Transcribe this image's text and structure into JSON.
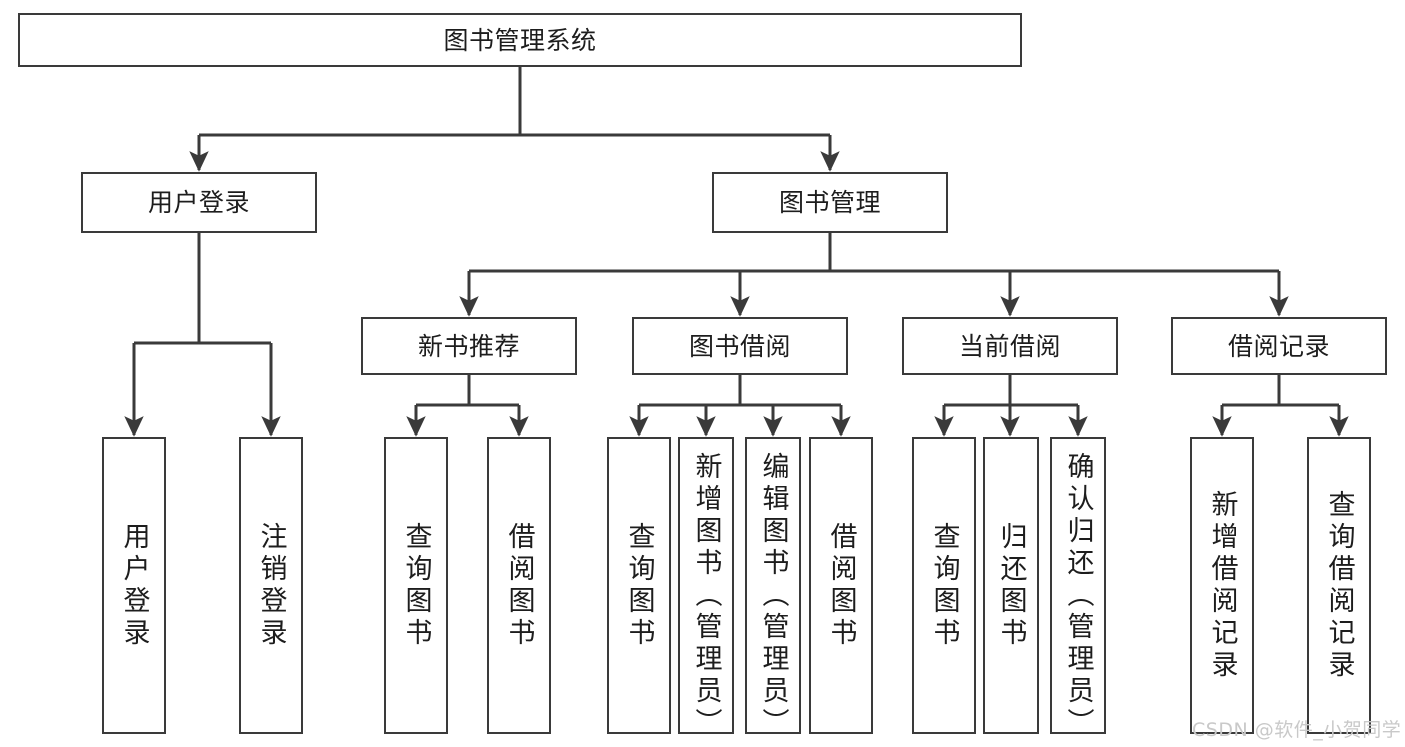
{
  "diagram": {
    "title": "图书管理系统",
    "type": "hierarchy-tree",
    "root": {
      "id": "root",
      "label": "图书管理系统"
    },
    "level2": [
      {
        "id": "user-login",
        "label": "用户登录"
      },
      {
        "id": "book-manage",
        "label": "图书管理"
      }
    ],
    "level3": [
      {
        "id": "new-book-recommend",
        "label": "新书推荐"
      },
      {
        "id": "book-borrow",
        "label": "图书借阅"
      },
      {
        "id": "current-borrow",
        "label": "当前借阅"
      },
      {
        "id": "borrow-record",
        "label": "借阅记录"
      }
    ],
    "leaves": {
      "user_login": [
        {
          "id": "leaf-user-login",
          "label": "用户登录"
        },
        {
          "id": "leaf-logout-login",
          "label": "注销登录"
        }
      ],
      "new_book_recommend": [
        {
          "id": "leaf-query-book-1",
          "label": "查询图书"
        },
        {
          "id": "leaf-borrow-book-1",
          "label": "借阅图书"
        }
      ],
      "book_borrow": [
        {
          "id": "leaf-query-book-2",
          "label": "查询图书"
        },
        {
          "id": "leaf-add-book",
          "label": "新增图书（管理员）"
        },
        {
          "id": "leaf-edit-book",
          "label": "编辑图书（管理员）"
        },
        {
          "id": "leaf-borrow-book-2",
          "label": "借阅图书"
        }
      ],
      "current_borrow": [
        {
          "id": "leaf-query-book-3",
          "label": "查询图书"
        },
        {
          "id": "leaf-return-book",
          "label": "归还图书"
        },
        {
          "id": "leaf-confirm-return",
          "label": "确认归还（管理员）"
        }
      ],
      "borrow_record": [
        {
          "id": "leaf-add-record",
          "label": "新增借阅记录"
        },
        {
          "id": "leaf-query-record",
          "label": "查询借阅记录"
        }
      ]
    }
  },
  "watermark": {
    "text": "CSDN @软件_小贺同学"
  },
  "colors": {
    "stroke": "#3a3a3a",
    "background": "#ffffff",
    "text": "#1d1d1d",
    "watermark": "#c9c9c9"
  }
}
